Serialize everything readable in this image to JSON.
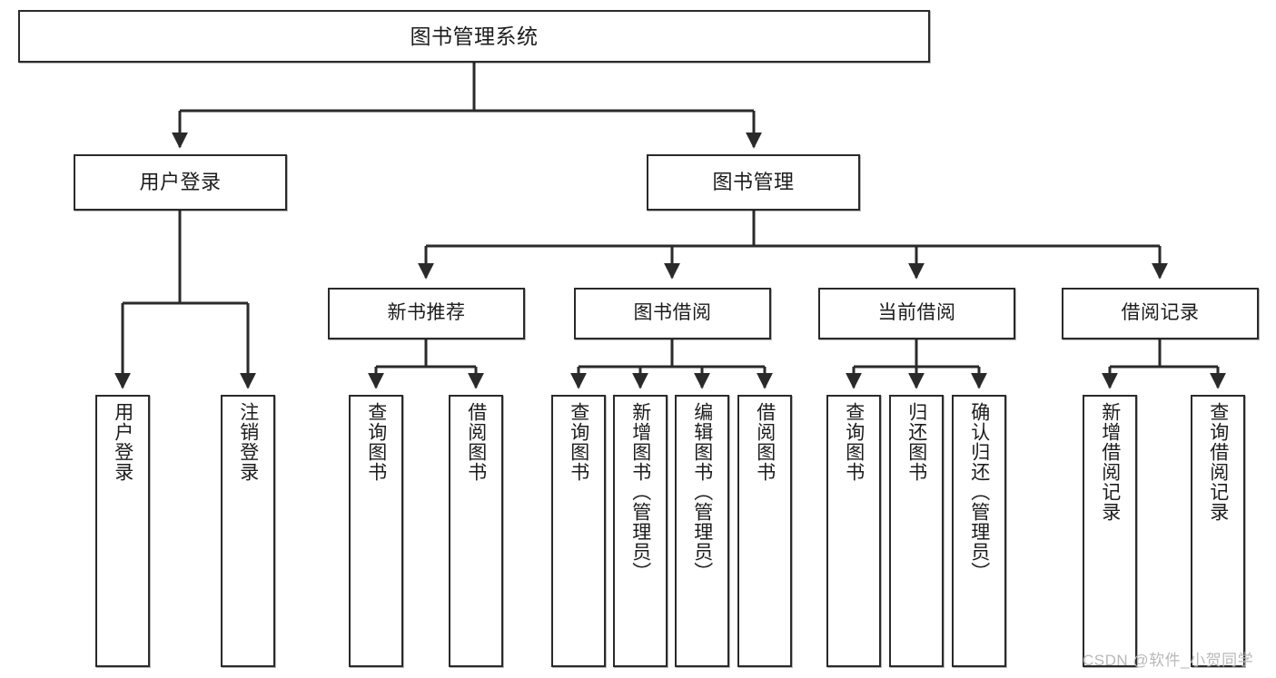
{
  "diagram": {
    "type": "tree-hierarchy",
    "title": "图书管理系统",
    "watermark": "CSDN @软件_小贺同学",
    "colors": {
      "box_border": "#2a2a2a",
      "box_fill": "#ffffff",
      "connector": "#2a2a2a",
      "text": "#1c1c1c",
      "watermark": "#b9b9b9"
    },
    "nodes": {
      "root": {
        "label": "图书管理系统"
      },
      "level1": [
        {
          "id": "user-login",
          "label": "用户登录"
        },
        {
          "id": "book-manage",
          "label": "图书管理"
        }
      ],
      "level2": [
        {
          "id": "new-book-recommend",
          "label": "新书推荐"
        },
        {
          "id": "book-borrow",
          "label": "图书借阅"
        },
        {
          "id": "current-borrow",
          "label": "当前借阅"
        },
        {
          "id": "borrow-record",
          "label": "借阅记录"
        }
      ],
      "leaves": {
        "user-login": [
          {
            "id": "leaf-user-login",
            "label": "用户登录"
          },
          {
            "id": "leaf-logout-login",
            "label": "注销登录"
          }
        ],
        "new-book-recommend": [
          {
            "id": "leaf-query-book-1",
            "label": "查询图书"
          },
          {
            "id": "leaf-borrow-book-1",
            "label": "借阅图书"
          }
        ],
        "book-borrow": [
          {
            "id": "leaf-query-book-2",
            "label": "查询图书"
          },
          {
            "id": "leaf-add-book",
            "label": "新增图书（管理员）"
          },
          {
            "id": "leaf-edit-book",
            "label": "编辑图书（管理员）"
          },
          {
            "id": "leaf-borrow-book-2",
            "label": "借阅图书"
          }
        ],
        "current-borrow": [
          {
            "id": "leaf-query-book-3",
            "label": "查询图书"
          },
          {
            "id": "leaf-return-book",
            "label": "归还图书"
          },
          {
            "id": "leaf-confirm-return",
            "label": "确认归还（管理员）"
          }
        ],
        "borrow-record": [
          {
            "id": "leaf-add-record",
            "label": "新增借阅记录"
          },
          {
            "id": "leaf-query-record",
            "label": "查询借阅记录"
          }
        ]
      }
    }
  }
}
